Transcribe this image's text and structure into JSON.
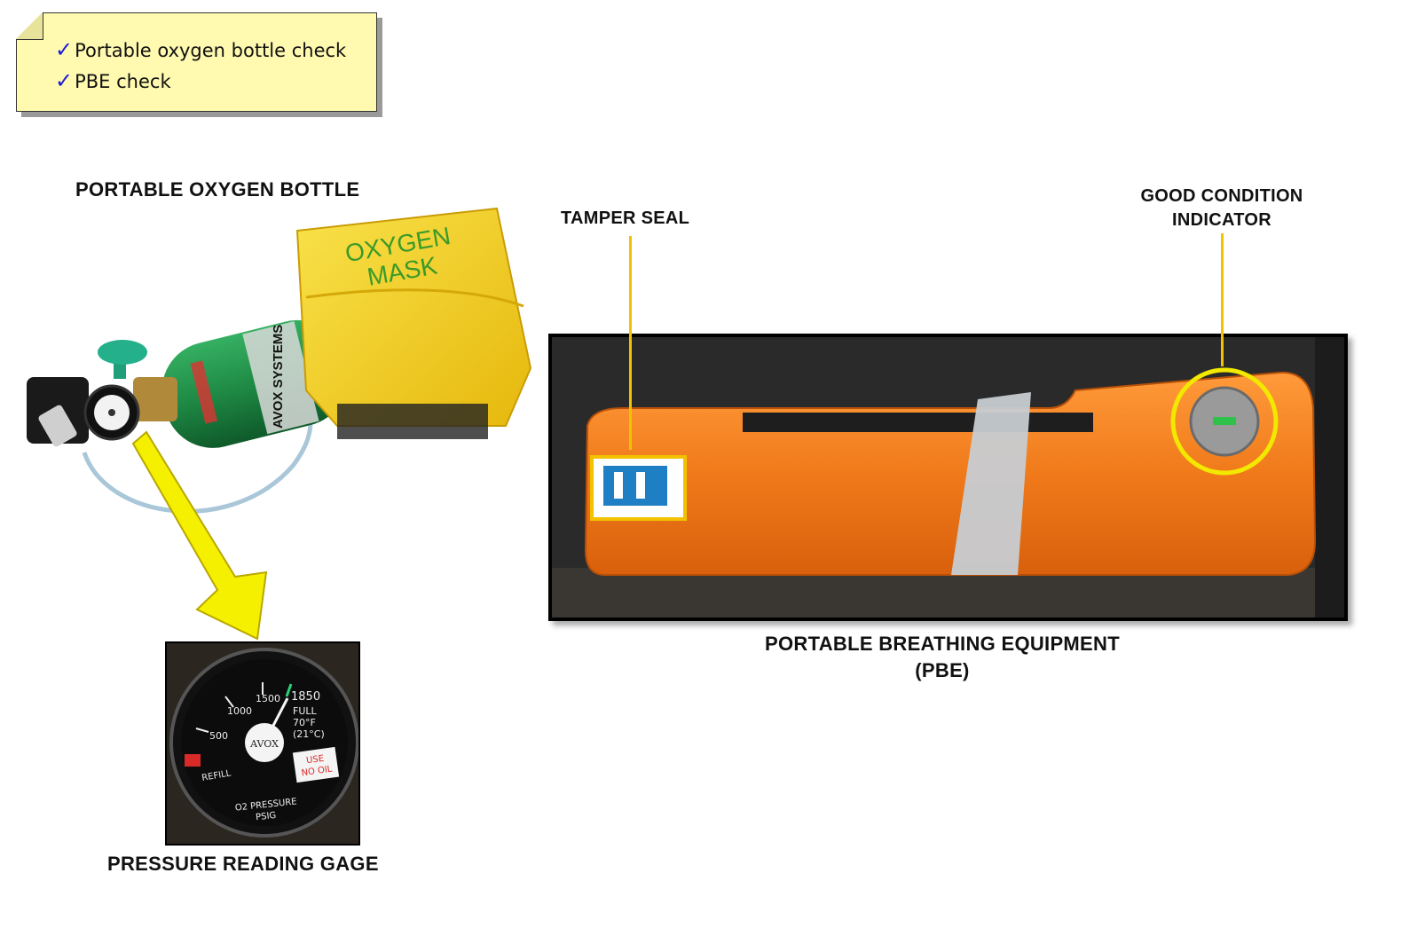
{
  "checklist": {
    "items": [
      {
        "label": "Portable oxygen bottle check"
      },
      {
        "label": "PBE check"
      }
    ]
  },
  "labels": {
    "oxygen_bottle": "PORTABLE OXYGEN BOTTLE",
    "tamper_seal": "TAMPER SEAL",
    "good_condition_line1": "GOOD CONDITION",
    "good_condition_line2": "INDICATOR",
    "pbe_line1": "PORTABLE BREATHING EQUIPMENT",
    "pbe_line2": "(PBE)",
    "pressure_gage": "PRESSURE READING GAGE"
  },
  "bottle": {
    "mask_text_line1": "OXYGEN",
    "mask_text_line2": "MASK",
    "brand_text": "AVOX SYSTEMS"
  },
  "gage": {
    "ticks": [
      "500",
      "1000",
      "1500",
      "1850"
    ],
    "full_line1": "FULL",
    "full_line2": "70°F",
    "full_line3": "(21°C)",
    "center": "AVOX",
    "use_no_oil_line1": "USE",
    "use_no_oil_line2": "NO OIL",
    "refill": "REFILL",
    "units_line1": "O2 PRESSURE",
    "units_line2": "PSIG"
  },
  "colors": {
    "note_bg": "#fffab0",
    "check": "#1a1ad8",
    "callout": "#f2c200",
    "pbe_orange": "#f07a1a",
    "mask_yellow": "#f4d21a",
    "bottle_green": "#1f8a45"
  }
}
